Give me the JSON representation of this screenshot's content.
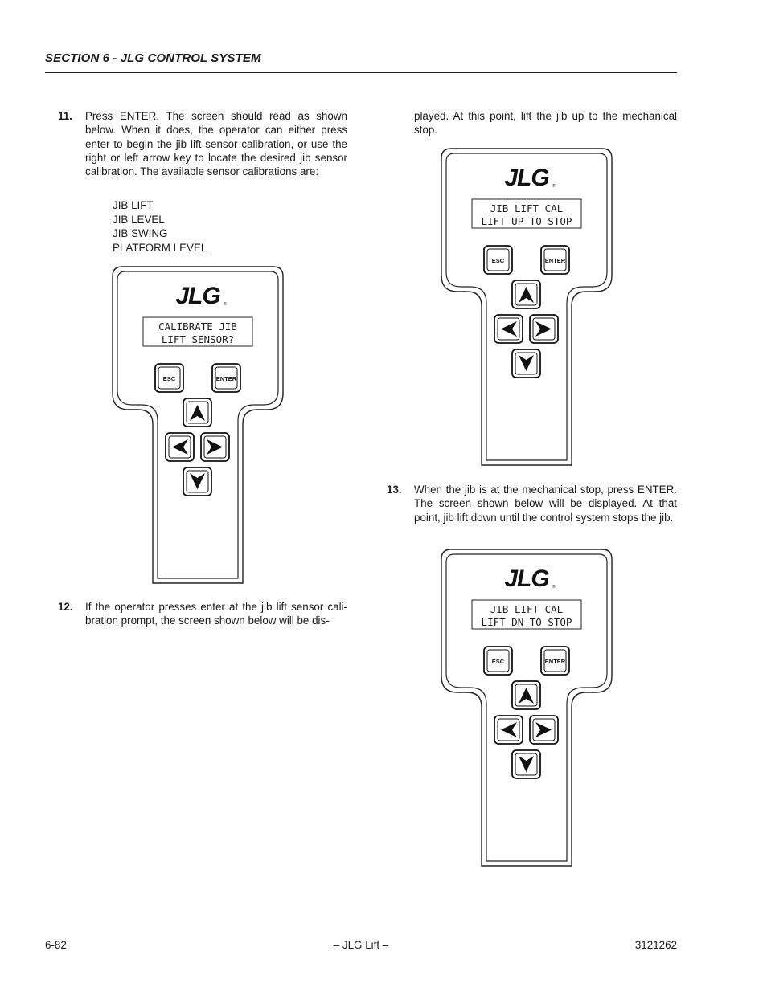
{
  "header": {
    "section_title": "SECTION 6 - JLG CONTROL SYSTEM"
  },
  "steps": [
    {
      "number": "11.",
      "text": "Press ENTER. The screen should read as shown below. When it does, the operator can either press enter to begin the jib lift sensor calibration, or use the right or left arrow key to locate the desired jib sensor calibration. The available sensor calibrations are:",
      "options": [
        "JIB LIFT",
        "JIB LEVEL",
        "JIB SWING",
        "PLATFORM LEVEL"
      ]
    },
    {
      "number": "12.",
      "text": "If the operator presses enter at the jib lift sensor cali- bration prompt, the screen shown below will be dis-",
      "continuation": "played. At this point, lift the jib up to the mechanical stop."
    },
    {
      "number": "13.",
      "text": "When the jib is at the mechanical stop, press ENTER. The screen shown below will be displayed. At that point, jib lift down until the control system stops the jib."
    }
  ],
  "analyzers": [
    {
      "logo": "JLG",
      "line1": "CALIBRATE JIB",
      "line2": "LIFT SENSOR?",
      "esc_label": "ESC",
      "enter_label": "ENTER"
    },
    {
      "logo": "JLG",
      "line1": "JIB LIFT CAL",
      "line2": "LIFT UP TO STOP",
      "esc_label": "ESC",
      "enter_label": "ENTER"
    },
    {
      "logo": "JLG",
      "line1": "JIB LIFT CAL",
      "line2": "LIFT DN TO STOP",
      "esc_label": "ESC",
      "enter_label": "ENTER"
    }
  ],
  "footer": {
    "page_number": "6-82",
    "center": "– JLG Lift –",
    "doc_number": "3121262"
  }
}
